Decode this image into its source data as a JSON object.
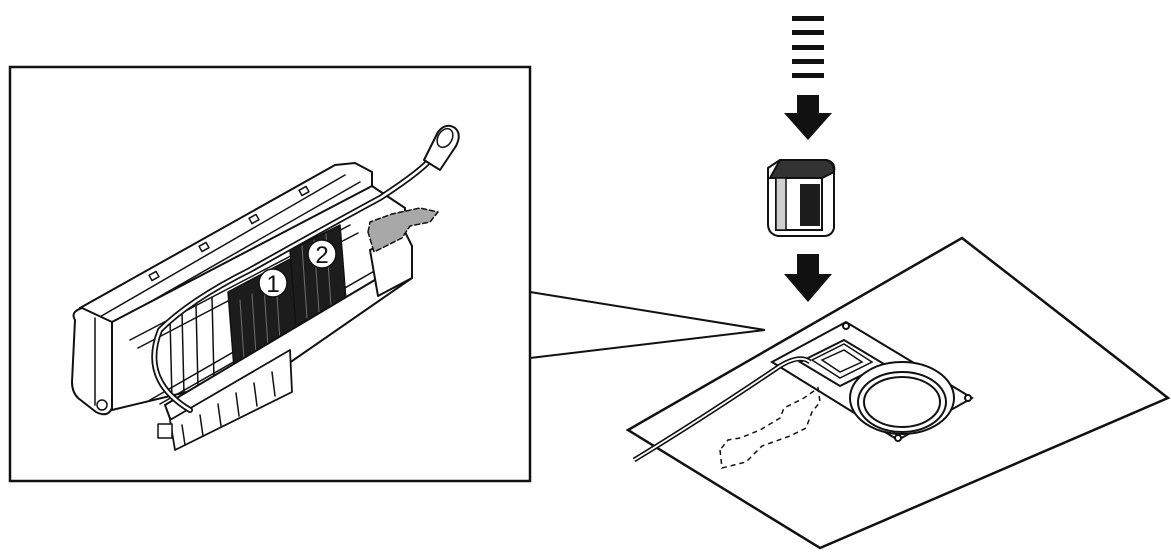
{
  "callouts": [
    {
      "id": "1",
      "label": "1"
    },
    {
      "id": "2",
      "label": "2"
    }
  ],
  "colors": {
    "ink": "#111111",
    "paper": "#ffffff",
    "shade": "#a8a8a8",
    "dark": "#1c1c1c"
  }
}
